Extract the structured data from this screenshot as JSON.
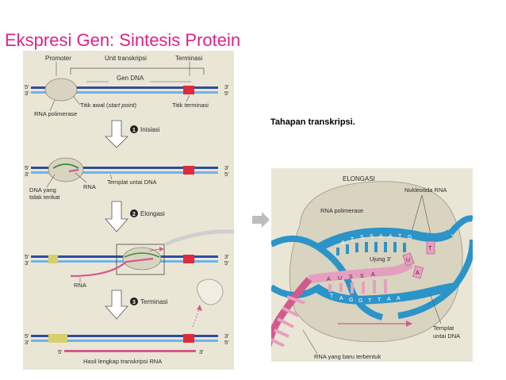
{
  "slide_title": "Ekspresi Gen: Sintesis Protein",
  "caption": "Tahapan transkripsi.",
  "left": {
    "promoter": "Promoter",
    "unit_transkripsi": "Unit transkripsi",
    "terminasi_top": "Terminasi",
    "gen_dna": "Gen DNA",
    "five_prime": "5'",
    "three_prime": "3'",
    "titik_awal_pre": "Titik awal (",
    "titik_awal_italic": "start point",
    "titik_awal_post": ")",
    "titik_terminasi": "Titik terminasi",
    "rna_polimerase": "RNA polimerase",
    "step1_num": "1",
    "step1": "Inisiasi",
    "dna_yang": "DNA yang",
    "tidak_terikat": "tidak terikat",
    "rna_a": "RNA",
    "templat": "Templat untai DNA",
    "step2_num": "2",
    "step2": "Elongasi",
    "rna_b": "RNA",
    "step3_num": "3",
    "step3": "Terminasi",
    "hasil": "Hasil lengkap transkripsi RNA"
  },
  "right": {
    "elongasi": "ELONGASI",
    "nukleotida": "Nukleotida RNA",
    "rna_polimerase": "RNA polimerase",
    "ujung3": "Ujung 3'",
    "templat_1": "Templat",
    "templat_2": "untai DNA",
    "rna_baru": "RNA yang baru terbentuk",
    "top_letters": [
      "A",
      "T",
      "S",
      "S",
      "A",
      "A",
      "T",
      "G"
    ],
    "rna_letters": [
      "A",
      "U",
      "S",
      "S",
      "A"
    ],
    "bottom_letters": [
      "T",
      "A",
      "G",
      "G",
      "T",
      "T",
      "A",
      "A"
    ],
    "nuc_letters": [
      "U",
      "T",
      "A"
    ]
  },
  "colors": {
    "title": "#e0218a",
    "dna_blue": "#2e4d9e",
    "dna_light": "#6fb4e8",
    "rna_pink": "#d25a8c",
    "terminator_red": "#e02b3a",
    "promoter_yellow": "#d8cf6a",
    "polymerase_grey": "#d8d4c0",
    "helix_blue": "#2b94c9",
    "arrow_fill": "#ffffff"
  }
}
